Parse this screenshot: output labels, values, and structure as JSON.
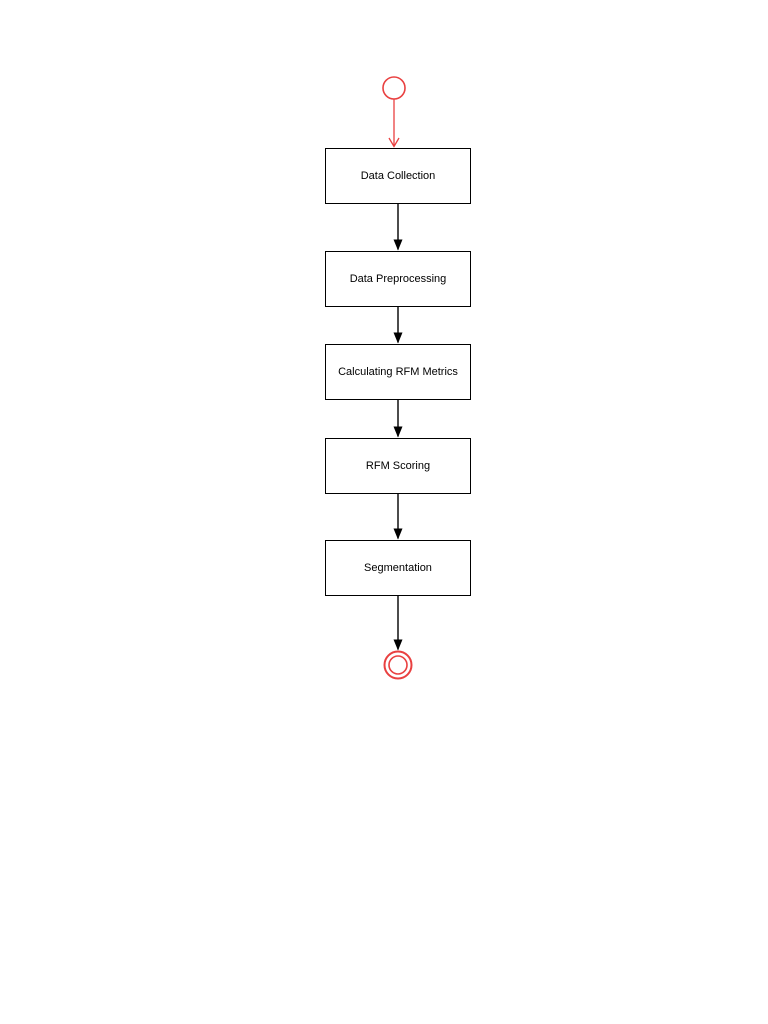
{
  "diagram": {
    "type": "flowchart",
    "direction": "top-down",
    "background_color": "#ffffff",
    "start_node": {
      "shape": "circle",
      "name": "start",
      "stroke_color": "#e94040",
      "fill_color": "#ffffff"
    },
    "end_node": {
      "shape": "double-circle",
      "name": "end",
      "stroke_color": "#e94040",
      "fill_color": "#ffffff"
    },
    "nodes": [
      {
        "label": "Data Collection"
      },
      {
        "label": "Data Preprocessing"
      },
      {
        "label": "Calculating RFM Metrics"
      },
      {
        "label": "RFM Scoring"
      },
      {
        "label": "Segmentation"
      }
    ],
    "node_style": {
      "shape": "rectangle",
      "border_color": "#000000",
      "fill_color": "#ffffff",
      "text_color": "#000000"
    },
    "edges": [
      {
        "from": "start",
        "to": "Data Collection",
        "color": "#e94040",
        "arrowhead": "open"
      },
      {
        "from": "Data Collection",
        "to": "Data Preprocessing",
        "color": "#000000",
        "arrowhead": "filled"
      },
      {
        "from": "Data Preprocessing",
        "to": "Calculating RFM Metrics",
        "color": "#000000",
        "arrowhead": "filled"
      },
      {
        "from": "Calculating RFM Metrics",
        "to": "RFM Scoring",
        "color": "#000000",
        "arrowhead": "filled"
      },
      {
        "from": "RFM Scoring",
        "to": "Segmentation",
        "color": "#000000",
        "arrowhead": "filled"
      },
      {
        "from": "Segmentation",
        "to": "end",
        "color": "#000000",
        "arrowhead": "filled"
      }
    ]
  }
}
